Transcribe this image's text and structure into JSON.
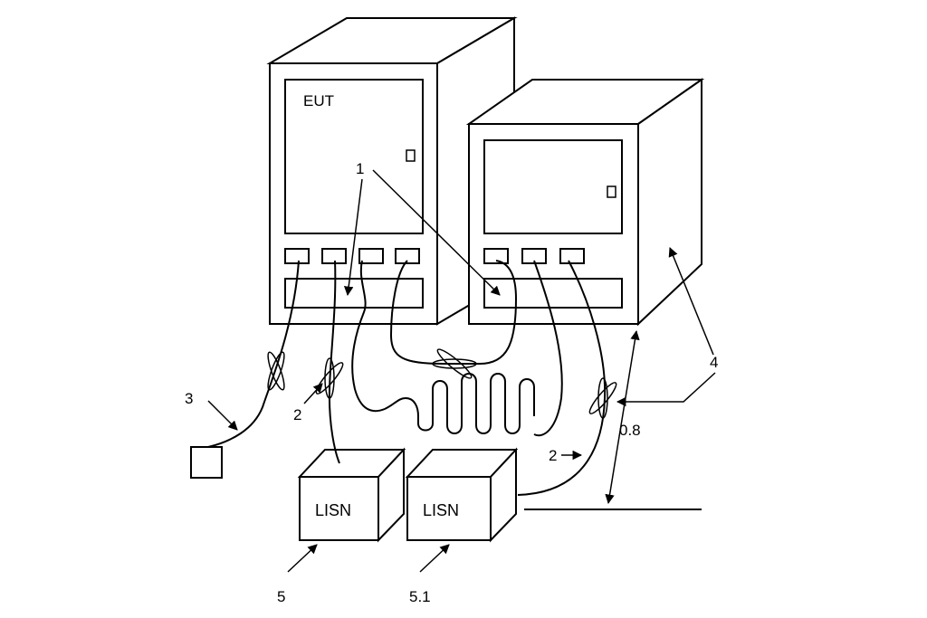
{
  "eut_label": "EUT",
  "lisn_labels": [
    "LISN",
    "LISN"
  ],
  "callouts": {
    "c1": "1",
    "c2a": "2",
    "c2b": "2",
    "c3": "3",
    "c4": "4",
    "c5": "5",
    "c5_1": "5.1",
    "height": "0.8"
  },
  "colors": {
    "line": "#000000",
    "background": "#ffffff"
  }
}
